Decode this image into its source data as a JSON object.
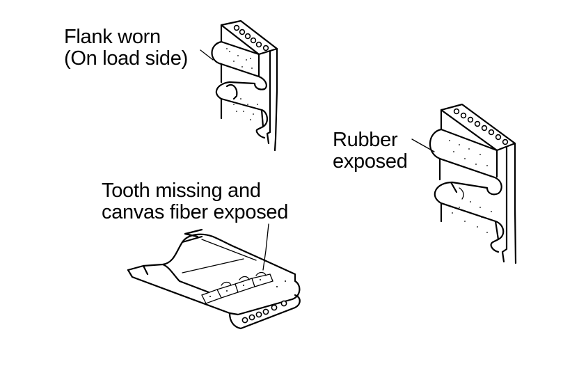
{
  "labels": {
    "flank_worn": [
      "Flank worn",
      "(On load side)"
    ],
    "rubber_exposed": [
      "Rubber",
      "exposed"
    ],
    "tooth_missing": [
      "Tooth missing and",
      "canvas fiber exposed"
    ]
  },
  "colors": {
    "ink": "#000000",
    "background": "#ffffff"
  }
}
